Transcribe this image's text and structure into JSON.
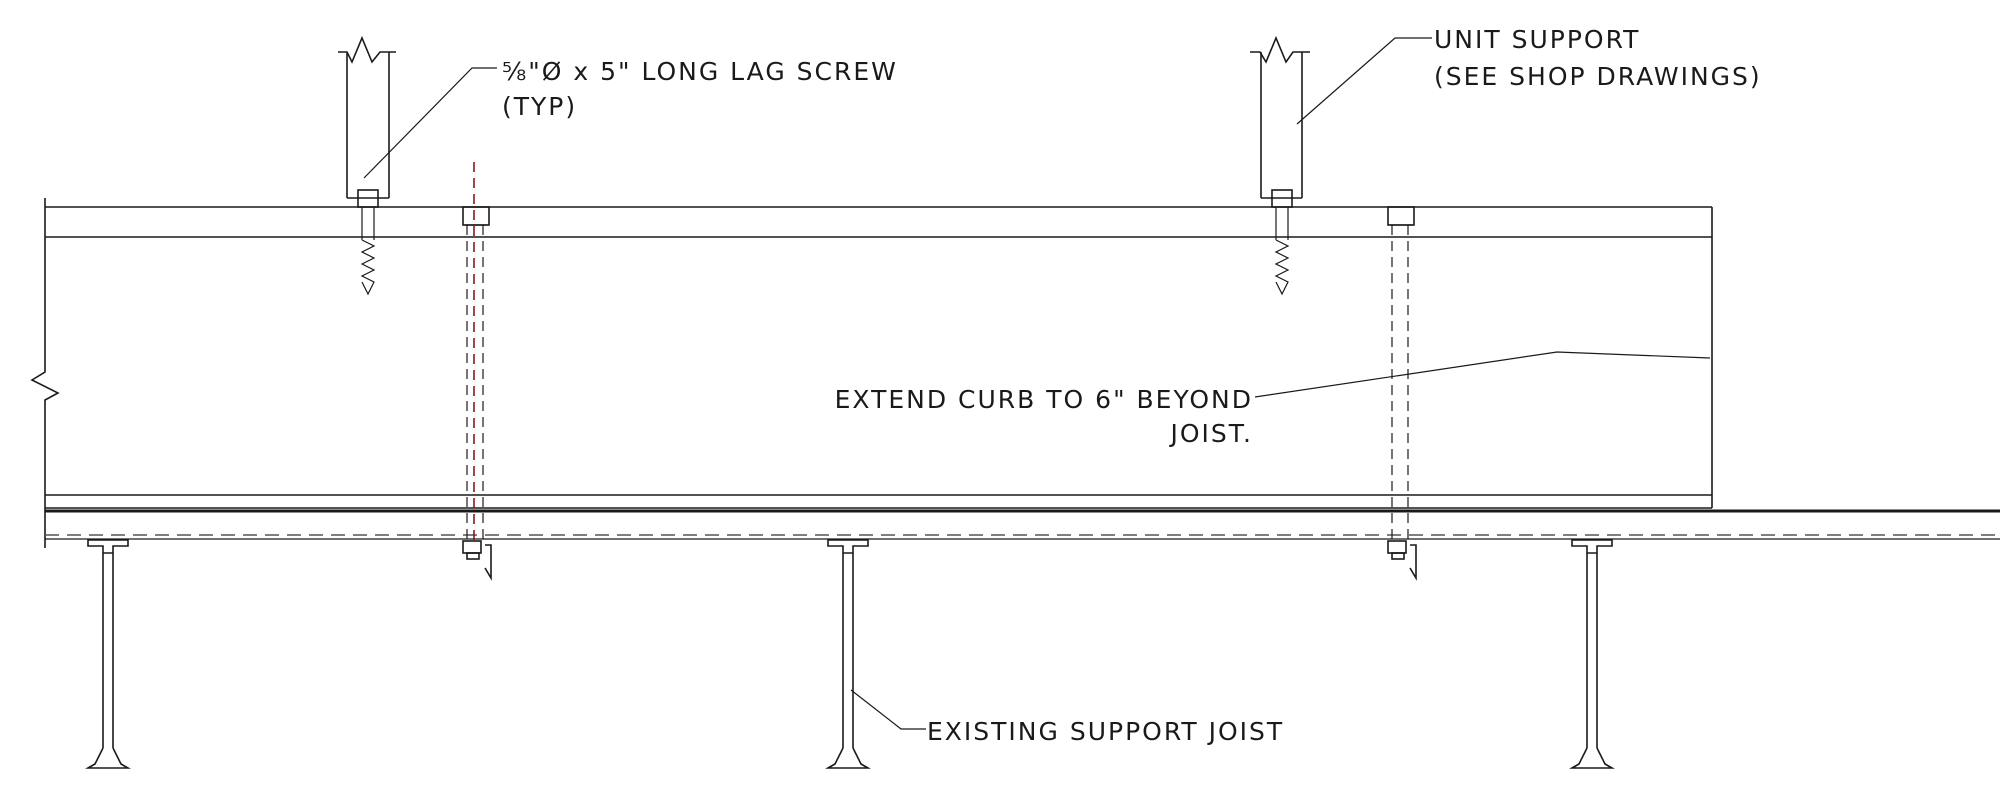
{
  "notes": {
    "lag_screw": "⅝\"Ø x 5\" LONG LAG SCREW",
    "lag_screw_typ": "(TYP)",
    "unit_support": "UNIT SUPPORT",
    "unit_support_ref": "(SEE SHOP DRAWINGS)",
    "extend_curb": "EXTEND CURB TO 6\" BEYOND",
    "extend_curb_2": "JOIST.",
    "existing_joist": "EXISTING SUPPORT JOIST"
  }
}
